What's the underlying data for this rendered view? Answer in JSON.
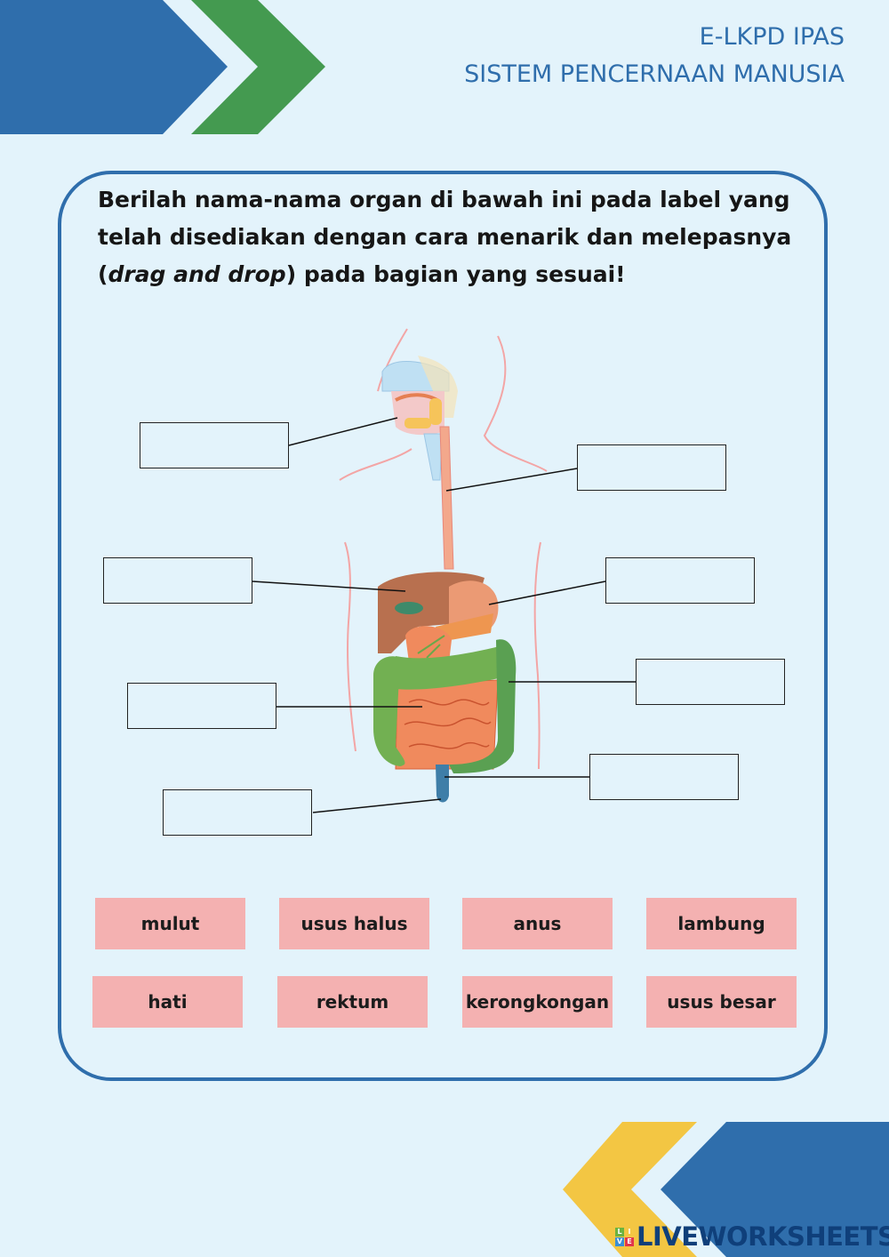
{
  "header": {
    "line1": "E-LKPD IPAS",
    "line2": "SISTEM PENCERNAAN MANUSIA"
  },
  "instruction": {
    "part1": "Berilah nama-nama organ di bawah ini pada label yang telah disediakan dengan cara menarik dan melepasnya (",
    "italic": "drag and drop",
    "part2": ") pada bagian yang sesuai!"
  },
  "word_bank": {
    "row1": [
      "mulut",
      "usus halus",
      "anus",
      "lambung"
    ],
    "row2": [
      "hati",
      "rektum",
      "kerongkongan",
      "usus besar"
    ]
  },
  "drop_labels_count": 8,
  "logo": {
    "text": "LIVEWORKSHEETS",
    "badge": [
      "L",
      "I",
      "V",
      "E"
    ]
  },
  "colors": {
    "background": "#e3f3fb",
    "primary_blue": "#2f6eac",
    "green": "#449a50",
    "yellow": "#f3c643",
    "tile": "#f4b1b1"
  }
}
